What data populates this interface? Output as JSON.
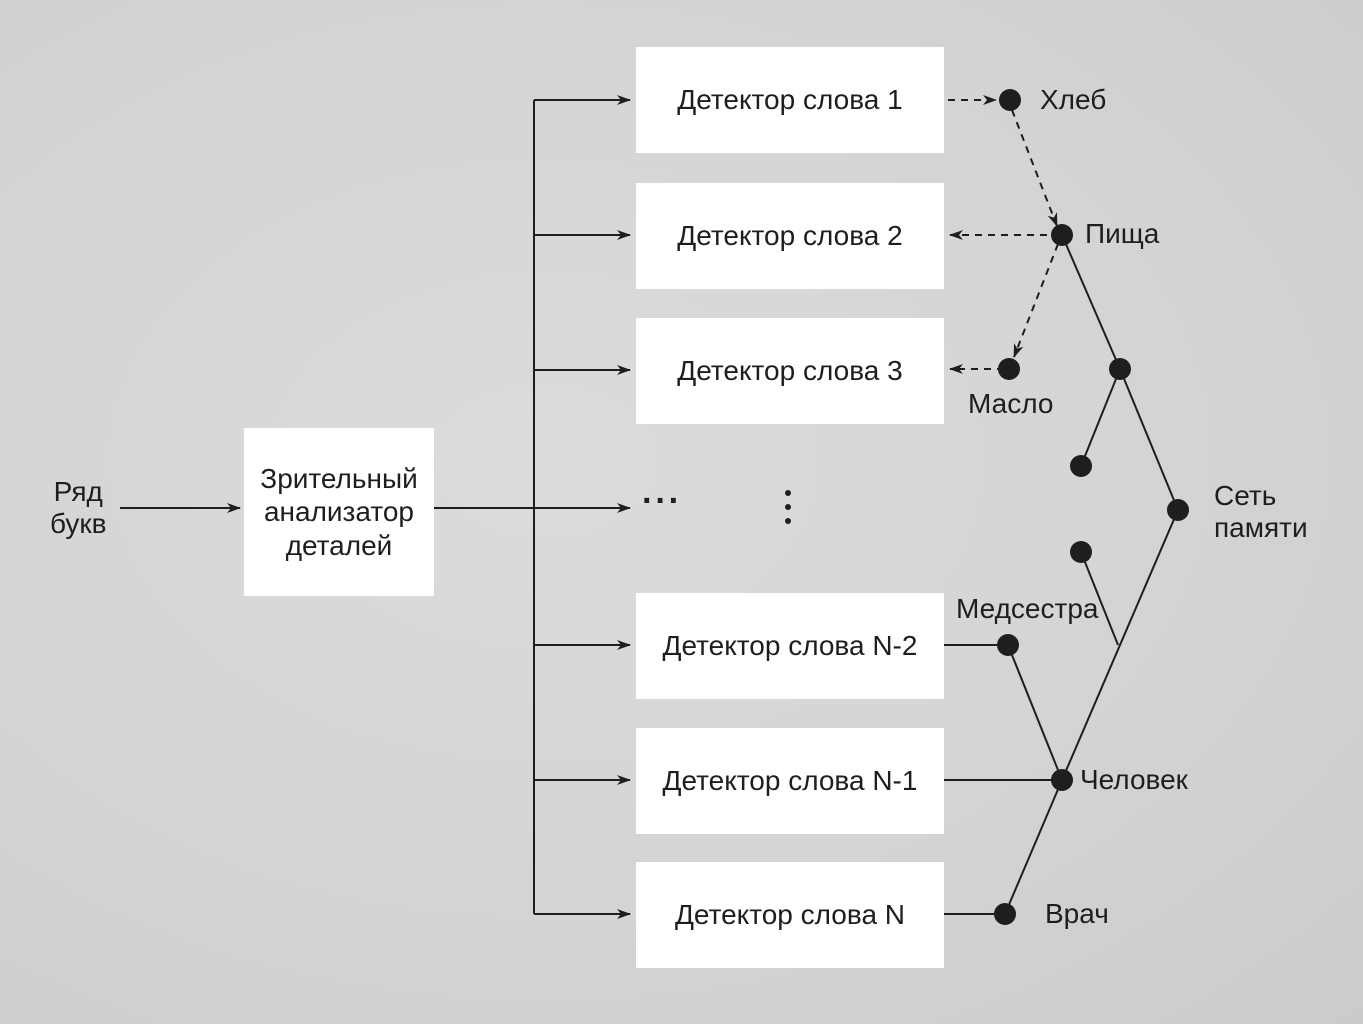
{
  "input": {
    "line1": "Ряд",
    "line2": "букв"
  },
  "analyzer": {
    "line1": "Зрительный",
    "line2": "анализатор",
    "line3": "деталей"
  },
  "detectors": [
    "Детектор слова 1",
    "Детектор слова 2",
    "Детектор слова 3",
    "Детектор слова N-2",
    "Детектор слова N-1",
    "Детектор слова N"
  ],
  "ellipsis_row": "···",
  "memory_nodes": {
    "bread": "Хлеб",
    "food": "Пища",
    "butter": "Масло",
    "nurse": "Медсестра",
    "person": "Человек",
    "doctor": "Врач"
  },
  "memory_network": {
    "line1": "Сеть",
    "line2": "памяти"
  },
  "colors": {
    "background": "#d4d4d4",
    "box": "#ffffff",
    "ink": "#1e1e1e"
  }
}
